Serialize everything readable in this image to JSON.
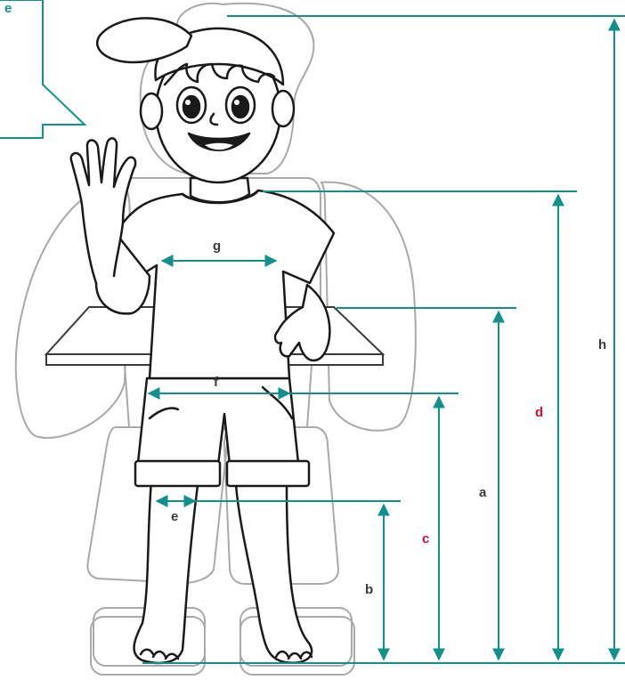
{
  "callout": {
    "text": "e"
  },
  "measurements": [
    {
      "id": "h",
      "label": "h",
      "color": "#3a3a3a"
    },
    {
      "id": "d",
      "label": "d",
      "color": "#c8102e"
    },
    {
      "id": "a",
      "label": "a",
      "color": "#3a3a3a"
    },
    {
      "id": "c",
      "label": "c",
      "color": "#c8102e"
    },
    {
      "id": "b",
      "label": "b",
      "color": "#3a3a3a"
    },
    {
      "id": "e",
      "label": "e",
      "color": "#3a3a3a"
    },
    {
      "id": "f",
      "label": "f",
      "color": "#3a3a3a"
    },
    {
      "id": "g",
      "label": "g",
      "color": "#3a3a3a"
    }
  ],
  "colors": {
    "teal": "#138f8c",
    "outline": "#a9a9a9",
    "ink": "#1a1a1a",
    "emphasis": "#c8102e"
  }
}
